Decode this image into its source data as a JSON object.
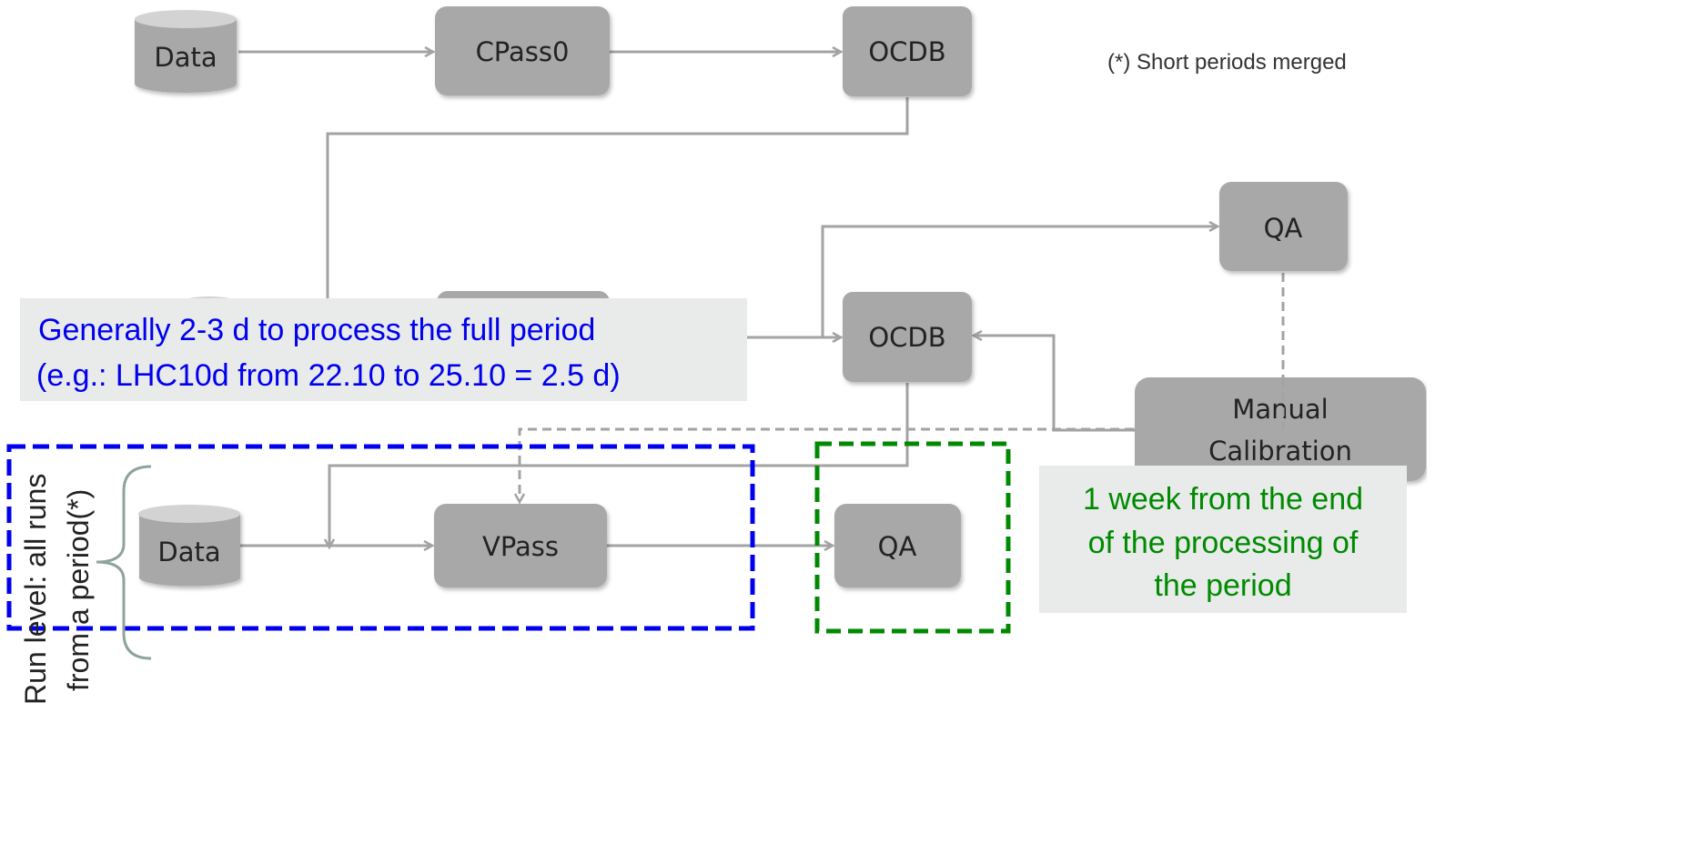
{
  "footnote": "(*) Short periods merged",
  "nodes": {
    "data_top": "Data",
    "cpass0": "CPass0",
    "ocdb_top": "OCDB",
    "ocdb_mid": "OCDB",
    "qa_top": "QA",
    "manual_calibration_line1": "Manual",
    "manual_calibration_line2": "Calibration",
    "data_bottom": "Data",
    "vpass": "VPass",
    "qa_bottom": "QA"
  },
  "callouts": {
    "processing_time_line1": "Generally 2-3 d to process the full period",
    "processing_time_line2": "(e.g.: LHC10d from 22.10 to 25.10 = 2.5 d)",
    "qa_time_line1": "1 week from the end",
    "qa_time_line2": "of the processing of",
    "qa_time_line3": "the period"
  },
  "side_label": {
    "line1": "Run level: all runs",
    "line2": "from a period(*)"
  },
  "colors": {
    "box_fill": "#a8a8a8",
    "cylinder_top": "#d3d3d3",
    "line": "#a3a3a3",
    "callout_bg": "#e9ebeb",
    "blue": "#0000ee",
    "green": "#008a00",
    "brace": "#8ea39a"
  }
}
